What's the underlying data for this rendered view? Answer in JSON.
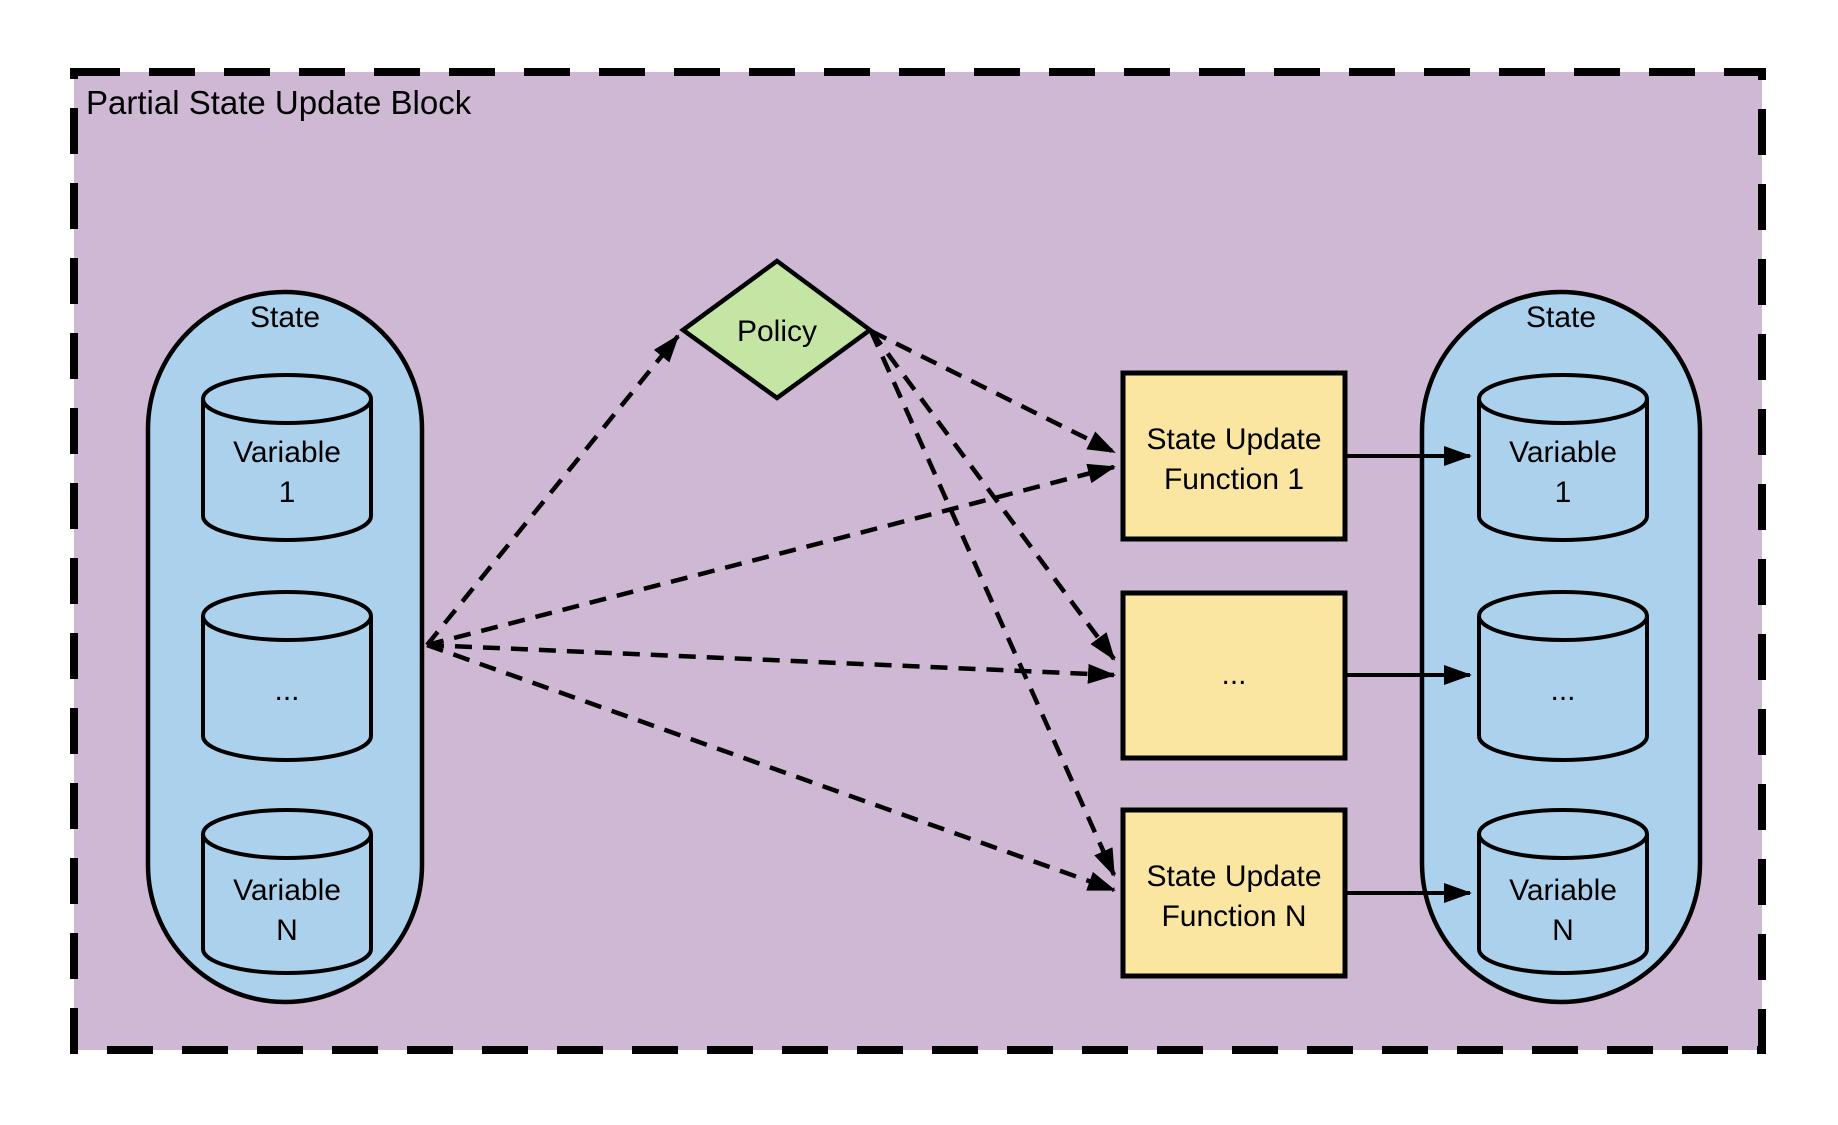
{
  "title": "Partial State Update Block",
  "colors": {
    "block_fill": "#CEB8D3",
    "state_fill": "#ACD1ED",
    "policy_fill": "#C4E5A4",
    "function_fill": "#FAE6A1",
    "line_color": "#000000"
  },
  "left_state": {
    "label": "State",
    "variables": [
      {
        "line1": "Variable",
        "line2": "1"
      },
      {
        "line1": "...",
        "line2": ""
      },
      {
        "line1": "Variable",
        "line2": "N"
      }
    ]
  },
  "policy": {
    "label": "Policy"
  },
  "functions": [
    {
      "line1": "State Update",
      "line2": "Function 1"
    },
    {
      "line1": "...",
      "line2": ""
    },
    {
      "line1": "State Update",
      "line2": "Function N"
    }
  ],
  "right_state": {
    "label": "State",
    "variables": [
      {
        "line1": "Variable",
        "line2": "1"
      },
      {
        "line1": "...",
        "line2": ""
      },
      {
        "line1": "Variable",
        "line2": "N"
      }
    ]
  },
  "edges": [
    {
      "from": "left-state",
      "to": "policy",
      "style": "dashed"
    },
    {
      "from": "left-state",
      "to": "state-update-function-1",
      "style": "dashed"
    },
    {
      "from": "left-state",
      "to": "state-update-function-ellipsis",
      "style": "dashed"
    },
    {
      "from": "left-state",
      "to": "state-update-function-n",
      "style": "dashed"
    },
    {
      "from": "policy",
      "to": "state-update-function-1",
      "style": "dashed"
    },
    {
      "from": "policy",
      "to": "state-update-function-ellipsis",
      "style": "dashed"
    },
    {
      "from": "policy",
      "to": "state-update-function-n",
      "style": "dashed"
    },
    {
      "from": "state-update-function-1",
      "to": "right-state-variable-1",
      "style": "solid"
    },
    {
      "from": "state-update-function-ellipsis",
      "to": "right-state-variable-ellipsis",
      "style": "solid"
    },
    {
      "from": "state-update-function-n",
      "to": "right-state-variable-n",
      "style": "solid"
    }
  ]
}
